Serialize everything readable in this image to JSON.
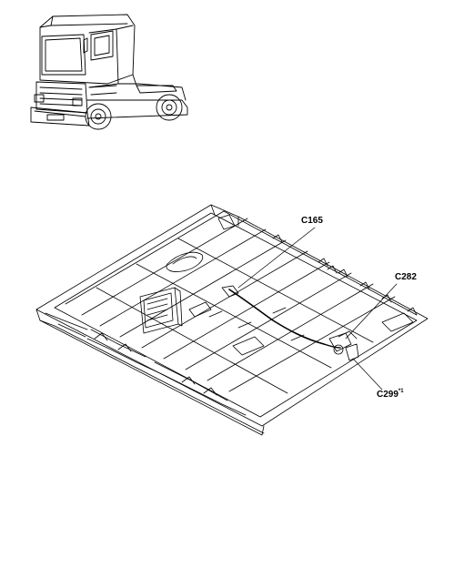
{
  "callouts": {
    "c165": {
      "text": "C165"
    },
    "c282": {
      "text": "C282"
    },
    "c299": {
      "text": "C299",
      "superscript": "*1"
    }
  },
  "colors": {
    "line": "#000000",
    "background": "#ffffff"
  }
}
